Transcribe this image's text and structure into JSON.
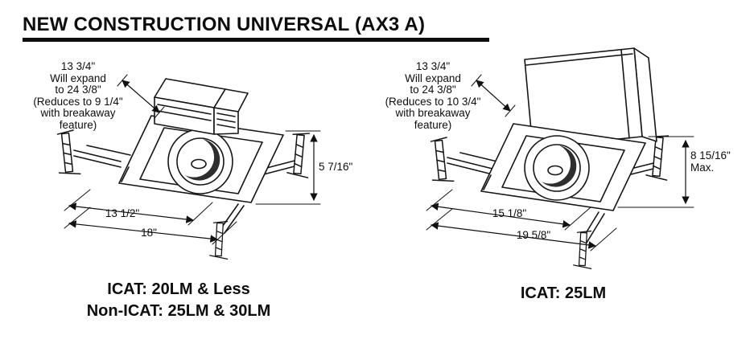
{
  "page": {
    "title": "NEW CONSTRUCTION UNIVERSAL (AX3 A)"
  },
  "left": {
    "expand_note": [
      "13 3/4\"",
      "Will expand",
      "to 24 3/8\"",
      "(Reduces to 9 1/4\"",
      "with breakaway",
      "feature)"
    ],
    "height_dim": "5 7/16\"",
    "inner_width_dim": "13 1/2\"",
    "outer_width_dim": "18\"",
    "caption_line1": "ICAT: 20LM & Less",
    "caption_line2": "Non-ICAT: 25LM & 30LM"
  },
  "right": {
    "expand_note": [
      "13 3/4\"",
      "Will expand",
      "to 24 3/8\"",
      "(Reduces to 10 3/4\"",
      "with breakaway",
      "feature)"
    ],
    "height_dim_line1": "8 15/16\"",
    "height_dim_line2": "Max.",
    "inner_width_dim": "15 1/8\"",
    "outer_width_dim": "19 5/8\"",
    "caption_line1": "ICAT: 25LM"
  }
}
